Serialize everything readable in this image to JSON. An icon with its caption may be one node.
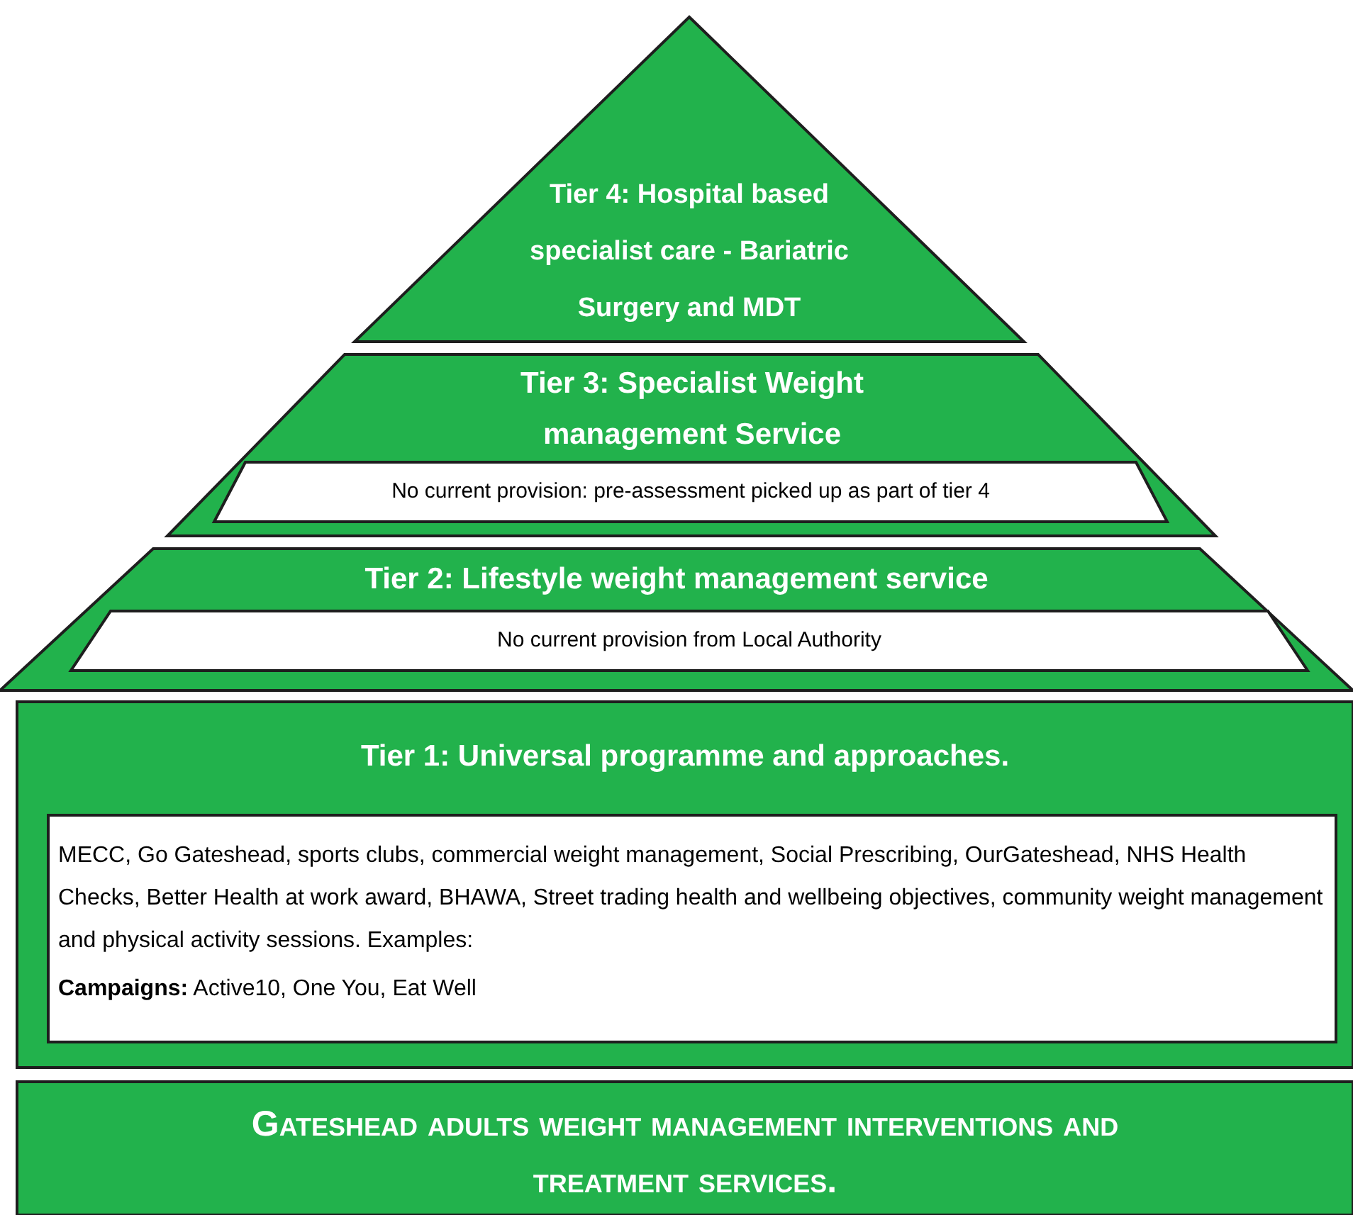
{
  "diagram": {
    "nodes": [
      {
        "text": [
          "Tier 4: Hospital based specialist care - Bariatric Surgery and MDT"
        ]
      },
      {
        "text": [
          "Tier 3: Specialist Weight management Service"
        ]
      },
      {
        "text": [
          "No current provision: pre-assessment picked up as part of tier 4"
        ],
        "in": 1
      },
      {
        "text": [
          "Tier 2: Lifestyle weight management service"
        ]
      },
      {
        "text": [
          "No current provision from Local Authority"
        ],
        "in": 3
      },
      {
        "text": [
          "Tier 1: Universal programme and approaches."
        ]
      },
      {
        "text": [
          "MECC, Go Gateshead, sports clubs, commercial weight management, Social Prescribing, OurGateshead, NHS Health Checks, Better Health at work award, BHAWA, Street trading health and wellbeing objectives, community weight management and physical activity sessions. Examples:",
          "**Campaigns:** Active10, One You, Eat Well"
        ],
        "in": 5
      },
      {
        "text": [
          "Gateshead adults weight management interventions and treatment services."
        ]
      }
    ],
    "edges": []
  }
}
